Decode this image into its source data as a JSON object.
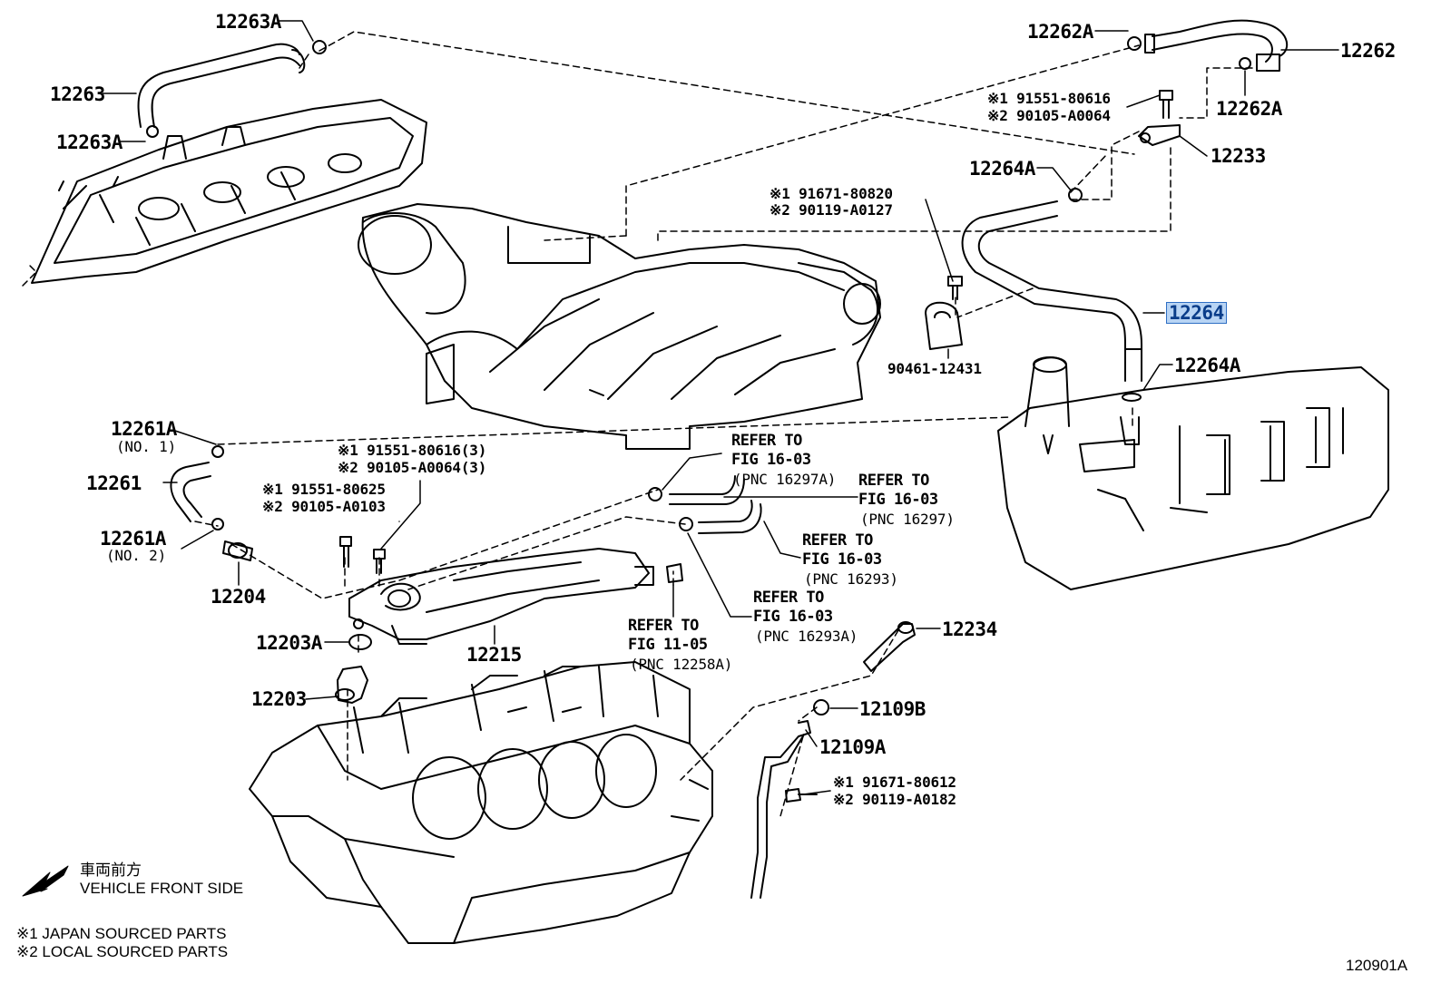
{
  "highlight_color": "#b8d4f4",
  "labels": {
    "p12263A_top": "12263A",
    "p12263": "12263",
    "p12263A_bot": "12263A",
    "p12262A_top": "12262A",
    "p12262": "12262",
    "p12262A_right": "12262A",
    "bolt_12233_l1": "※1 91551-80616",
    "bolt_12233_l2": "※2 90105-A0064",
    "p12233": "12233",
    "p12264A_top": "12264A",
    "bolt_clamp_l1": "※1 91671-80820",
    "bolt_clamp_l2": "※2 90119-A0127",
    "p12264": "12264",
    "p90461": "90461-12431",
    "p12264A_low": "12264A",
    "p12261A_no1": "12261A",
    "no1": "(NO. 1)",
    "p12261": "12261",
    "p12261A_no2": "12261A",
    "no2": "(NO. 2)",
    "p12204": "12204",
    "bolt_a_l1": "※1 91551-80616(3)",
    "bolt_a_l2": "※2 90105-A0064(3)",
    "bolt_b_l1": "※1 91551-80625",
    "bolt_b_l2": "※2 90105-A0103",
    "ref1_l1": "REFER TO",
    "ref1_l2": "FIG 16-03",
    "ref1_l3": "(PNC 16297A)",
    "ref2_l1": "REFER TO",
    "ref2_l2": "FIG 16-03",
    "ref2_l3": "(PNC 16297)",
    "ref3_l1": "REFER TO",
    "ref3_l2": "FIG 16-03",
    "ref3_l3": "(PNC 16293)",
    "ref4_l1": "REFER TO",
    "ref4_l2": "FIG 16-03",
    "ref4_l3": "(PNC 16293A)",
    "ref5_l1": "REFER TO",
    "ref5_l2": "FIG 11-05",
    "ref5_l3": "(PNC 12258A)",
    "p12203A": "12203A",
    "p12215": "12215",
    "p12203": "12203",
    "p12234": "12234",
    "p12109B": "12109B",
    "p12109A": "12109A",
    "bolt_dip_l1": "※1 91671-80612",
    "bolt_dip_l2": "※2 90119-A0182"
  },
  "notes": {
    "front_jp": "車両前方",
    "front_en": "VEHICLE FRONT SIDE",
    "legend1": "※1 JAPAN SOURCED PARTS",
    "legend2": "※2 LOCAL SOURCED PARTS",
    "fig_id": "120901A"
  }
}
